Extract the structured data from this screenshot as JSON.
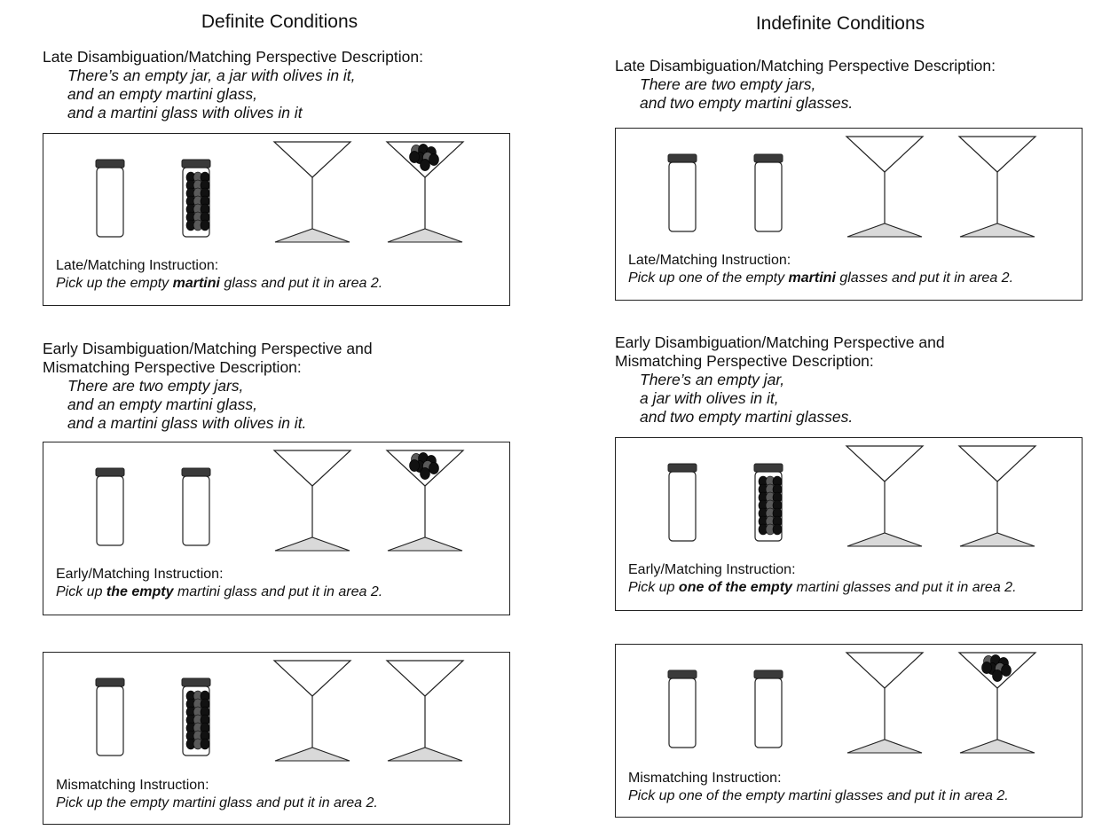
{
  "left": {
    "title": "Definite Conditions",
    "panel1": {
      "heading": [
        "Late Disambiguation/Matching Perspective Description:"
      ],
      "lines": [
        "There’s an empty jar, a jar with olives in it,",
        "and an empty martini glass,",
        "and a martini glass with olives in it"
      ],
      "instr_label": "Late/Matching Instruction:",
      "instr_a": "Pick up the empty ",
      "instr_b": "martini",
      "instr_c": " glass and put it in area 2."
    },
    "panel2": {
      "heading": [
        "Early Disambiguation/Matching Perspective and",
        "Mismatching Perspective Description:"
      ],
      "lines": [
        "There are two empty jars,",
        "and an empty martini glass,",
        "and a martini glass with olives in it."
      ],
      "instr_label": "Early/Matching Instruction:",
      "instr_a": "Pick up ",
      "instr_b": "the empty",
      "instr_c": " martini glass and put it in area 2."
    },
    "panel3": {
      "instr_label": "Mismatching Instruction:",
      "instr_a": "Pick up the empty martini glass and put it in area 2."
    }
  },
  "right": {
    "title": "Indefinite Conditions",
    "panel1": {
      "heading": [
        "Late Disambiguation/Matching Perspective Description:"
      ],
      "lines": [
        "There are two empty jars,",
        "and two empty martini glasses."
      ],
      "instr_label": "Late/Matching Instruction:",
      "instr_a": "Pick up one of the empty ",
      "instr_b": "martini",
      "instr_c": " glasses and put it in area 2."
    },
    "panel2": {
      "heading": [
        "Early Disambiguation/Matching Perspective and",
        "Mismatching Perspective Description:"
      ],
      "lines": [
        "There’s an empty jar,",
        "a jar with olives in it,",
        "and two empty martini glasses."
      ],
      "instr_label": "Early/Matching Instruction:",
      "instr_a": "Pick up ",
      "instr_b": "one of the empty",
      "instr_c": " martini glasses and put it in area 2."
    },
    "panel3": {
      "instr_label": "Mismatching Instruction:",
      "instr_a": "Pick up one of the empty martini glasses and put it in area 2."
    }
  },
  "colors": {
    "stroke": "#222222",
    "lid": "#3a3a3a",
    "olive_dark": "#111111",
    "olive_mid": "#5a5a5a",
    "base_fill": "#d9d9d9"
  }
}
